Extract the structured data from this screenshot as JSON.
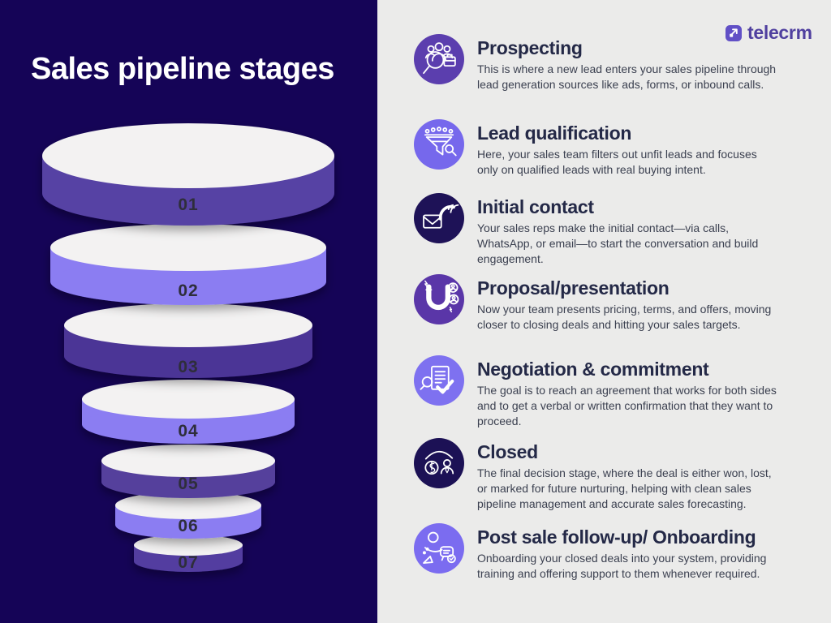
{
  "title": "Sales pipeline stages",
  "brand": {
    "name": "telecrm"
  },
  "colors": {
    "left_bg": "#150457",
    "right_bg": "#ebebea",
    "title_color": "#ffffff",
    "heading_color": "#242947",
    "body_color": "#3b4050",
    "brand_color": "#50409f",
    "brand_icon_bg": "#6150c6",
    "funnel_top": "#f3f2f2",
    "funnel_number": "#2e2d3a"
  },
  "funnel": {
    "discs": [
      {
        "label": "01",
        "band_color": "#5743a4"
      },
      {
        "label": "02",
        "band_color": "#8b7df2"
      },
      {
        "label": "03",
        "band_color": "#4c3596"
      },
      {
        "label": "04",
        "band_color": "#8b7df2"
      },
      {
        "label": "05",
        "band_color": "#55409c"
      },
      {
        "label": "06",
        "band_color": "#8b7df2"
      },
      {
        "label": "07",
        "band_color": "#523da0"
      }
    ]
  },
  "stages": [
    {
      "title": "Prospecting",
      "description": "This is where a new lead enters your sales pipeline through lead generation sources like ads, forms, or inbound calls.",
      "icon": "search-people-icon",
      "circle_color": "#5b3eae"
    },
    {
      "title": "Lead qualification",
      "description": "Here, your sales team filters out unfit leads and focuses only on qualified leads with real buying intent.",
      "icon": "lead-filter-funnel-icon",
      "circle_color": "#7668ec"
    },
    {
      "title": "Initial contact",
      "description": "Your sales reps make the initial contact—via calls, WhatsApp, or email—to start the conversation and build engagement.",
      "icon": "call-mail-icon",
      "circle_color": "#1e1257"
    },
    {
      "title": "Proposal/presentation",
      "description": "Now your team presents pricing, terms, and offers, moving closer to closing deals and hitting your sales targets.",
      "icon": "magnet-leads-icon",
      "circle_color": "#5a36a8"
    },
    {
      "title": "Negotiation & commitment",
      "description": "The goal is to reach an agreement that works for both sides and to get a verbal or written confirmation that they want to proceed.",
      "icon": "document-check-icon",
      "circle_color": "#7e71f0"
    },
    {
      "title": "Closed",
      "description": "The final decision stage, where the deal is either won, lost, or marked for future nurturing, helping with clean sales pipeline management and accurate sales forecasting.",
      "icon": "deal-money-icon",
      "circle_color": "#1c1155"
    },
    {
      "title": "Post sale follow-up/ Onboarding",
      "description": "Onboarding your closed deals into your system, providing training and offering support to them whenever required.",
      "icon": "onboarding-support-icon",
      "circle_color": "#7b6cf0"
    }
  ],
  "decorations": {
    "top_arrow_color": "#fbd95f",
    "top_arrow_outline": "#6b6b76",
    "bottom_arrow_color": "#f9b95a",
    "bottom_arrow_outline": "#333347"
  }
}
